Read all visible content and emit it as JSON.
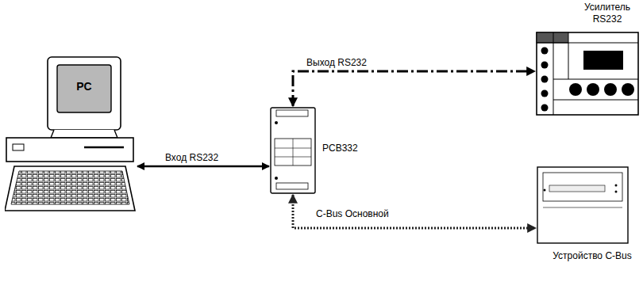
{
  "diagram": {
    "nodes": [
      {
        "text": [
          "PC"
        ]
      },
      {
        "text": [
          "PCB332"
        ]
      },
      {
        "text": [
          "Усилитель RS232"
        ]
      },
      {
        "text": [
          "Устройство C-Bus"
        ]
      }
    ],
    "edges": [
      {
        "from": 0,
        "to": 1,
        "arrow": "both",
        "label": "Вход RS232"
      },
      {
        "from": 1,
        "to": 2,
        "arrow": "both",
        "label": "Выход RS232"
      },
      {
        "from": 1,
        "to": 3,
        "arrow": "both",
        "label": "C-Bus Основной"
      }
    ]
  }
}
